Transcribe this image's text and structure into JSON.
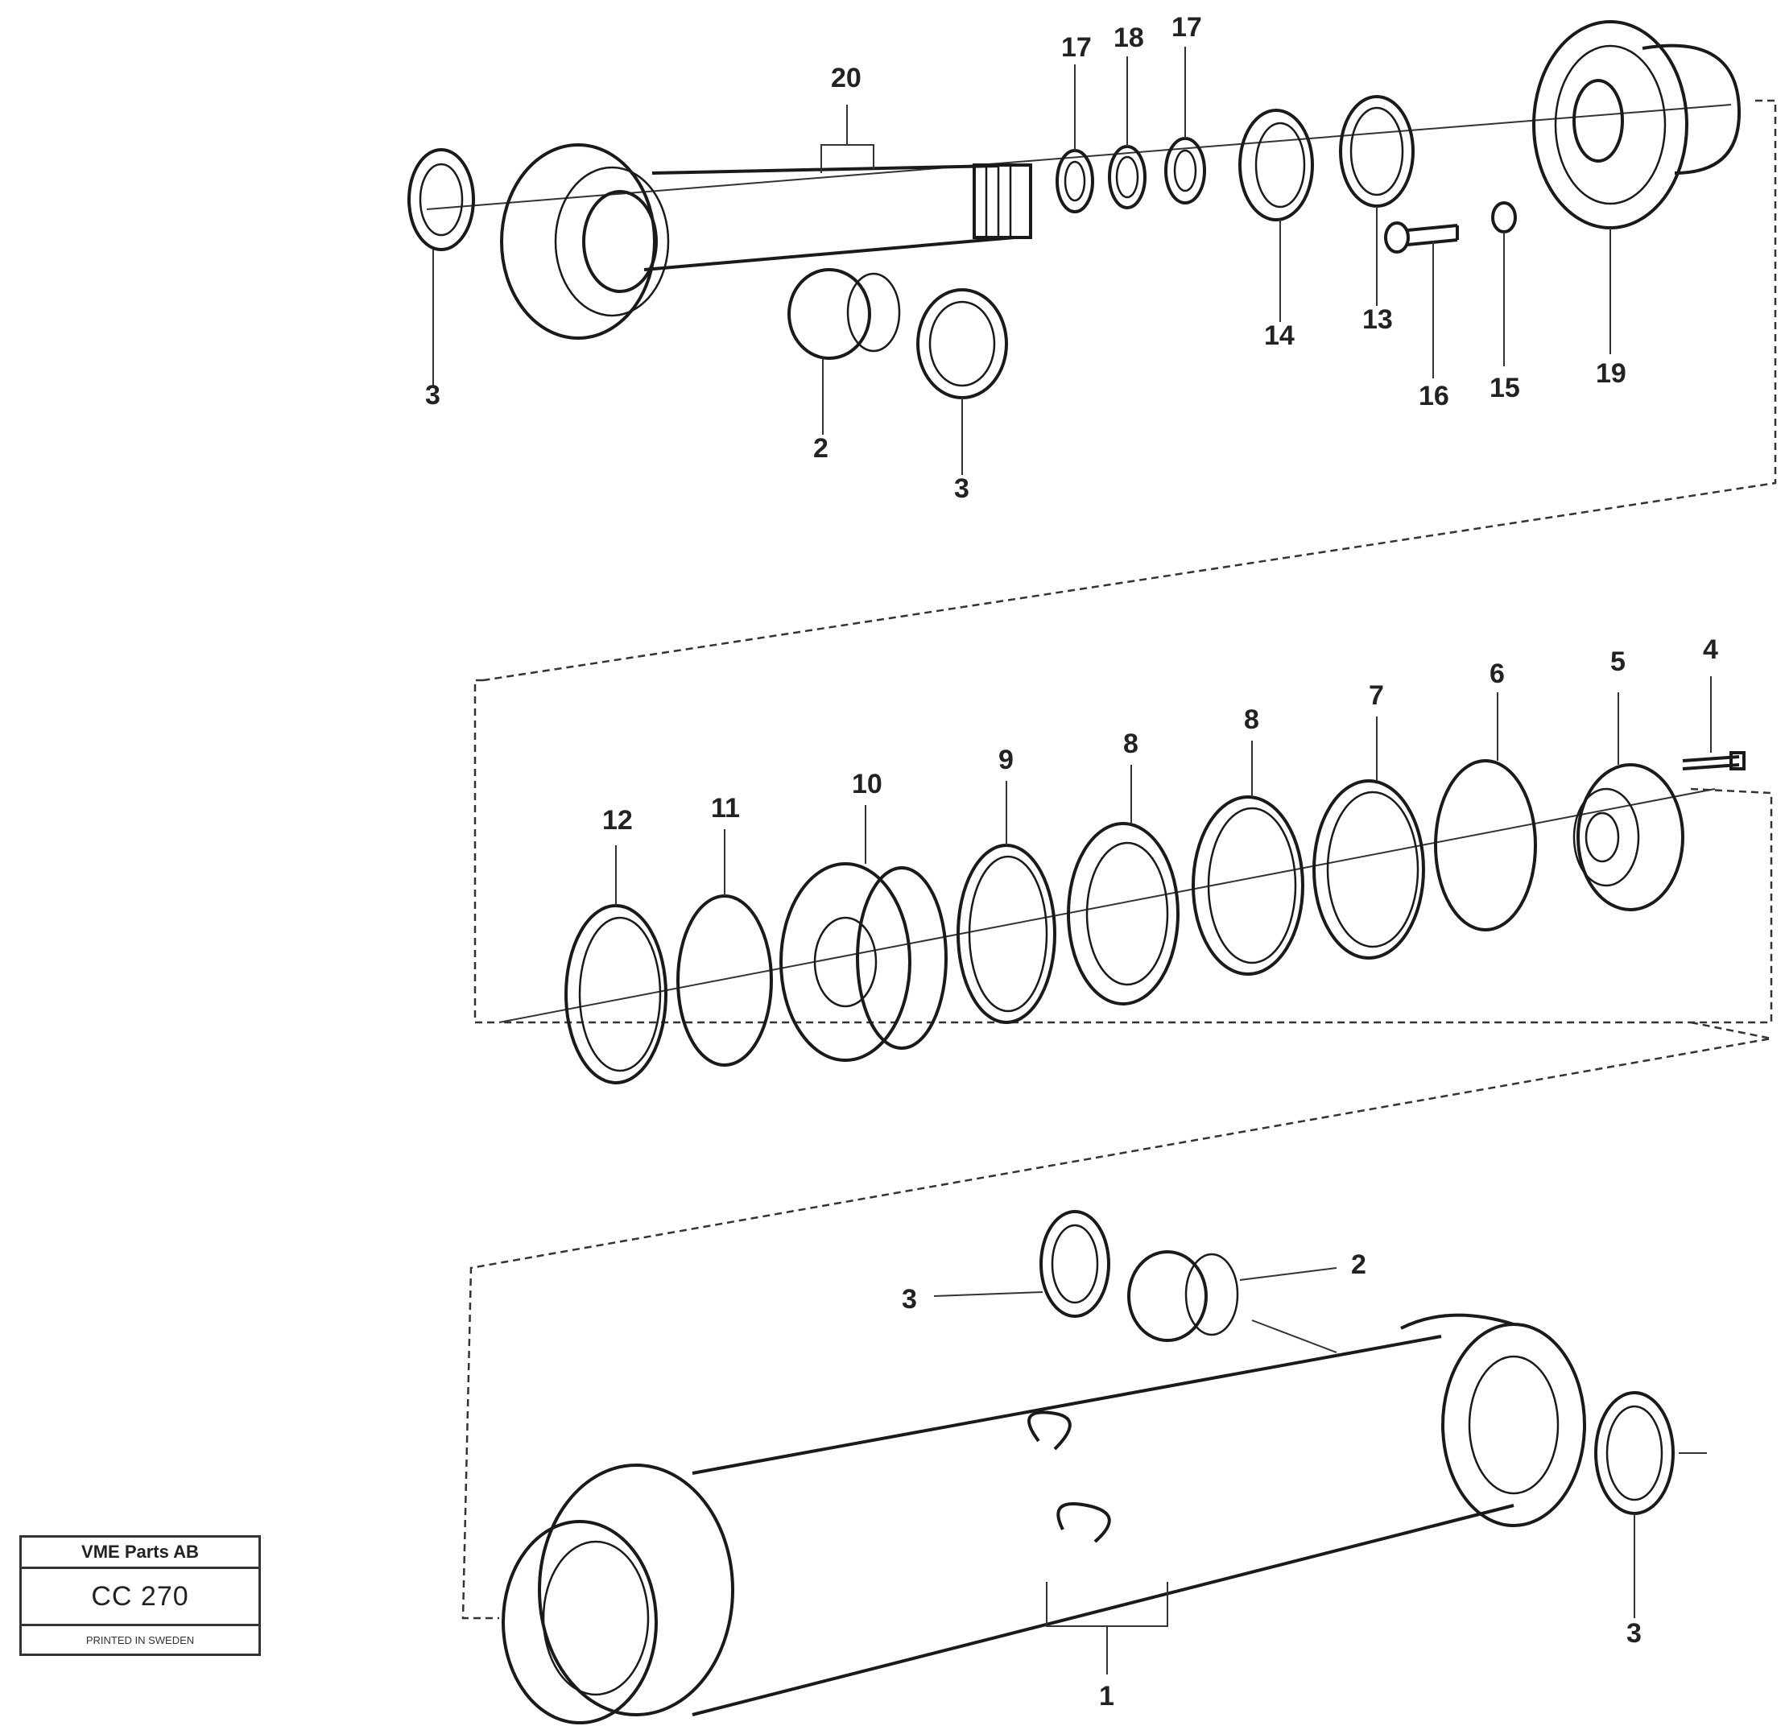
{
  "callouts": {
    "c1": "1",
    "c2a": "2",
    "c2b": "2",
    "c3a": "3",
    "c3b": "3",
    "c3c": "3",
    "c3d": "3",
    "c4": "4",
    "c5": "5",
    "c6": "6",
    "c7": "7",
    "c8a": "8",
    "c8b": "8",
    "c9": "9",
    "c10": "10",
    "c11": "11",
    "c12": "12",
    "c13": "13",
    "c14": "14",
    "c15": "15",
    "c16": "16",
    "c17a": "17",
    "c17b": "17",
    "c18": "18",
    "c19": "19",
    "c20": "20"
  },
  "stamp": {
    "company": "VME Parts AB",
    "code": "CC 270",
    "footer": "PRINTED IN SWEDEN"
  }
}
